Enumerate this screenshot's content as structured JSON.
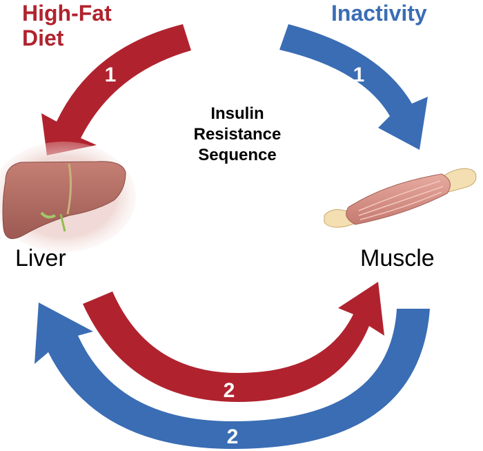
{
  "title": {
    "line1": "Insulin",
    "line2": "Resistance",
    "line3": "Sequence"
  },
  "causes": {
    "left_line1": "High-Fat",
    "left_line2": "Diet",
    "right": "Inactivity"
  },
  "organs": {
    "left": "Liver",
    "right": "Muscle"
  },
  "arrows": {
    "red_top": "1",
    "blue_top": "1",
    "red_bottom": "2",
    "blue_bottom": "2"
  },
  "colors": {
    "red": "#b0232e",
    "blue": "#3a6db4",
    "liver": "#b36d63",
    "muscle": "#d9968c",
    "tendon": "#f3dfb2",
    "text_dark": "#000000"
  }
}
